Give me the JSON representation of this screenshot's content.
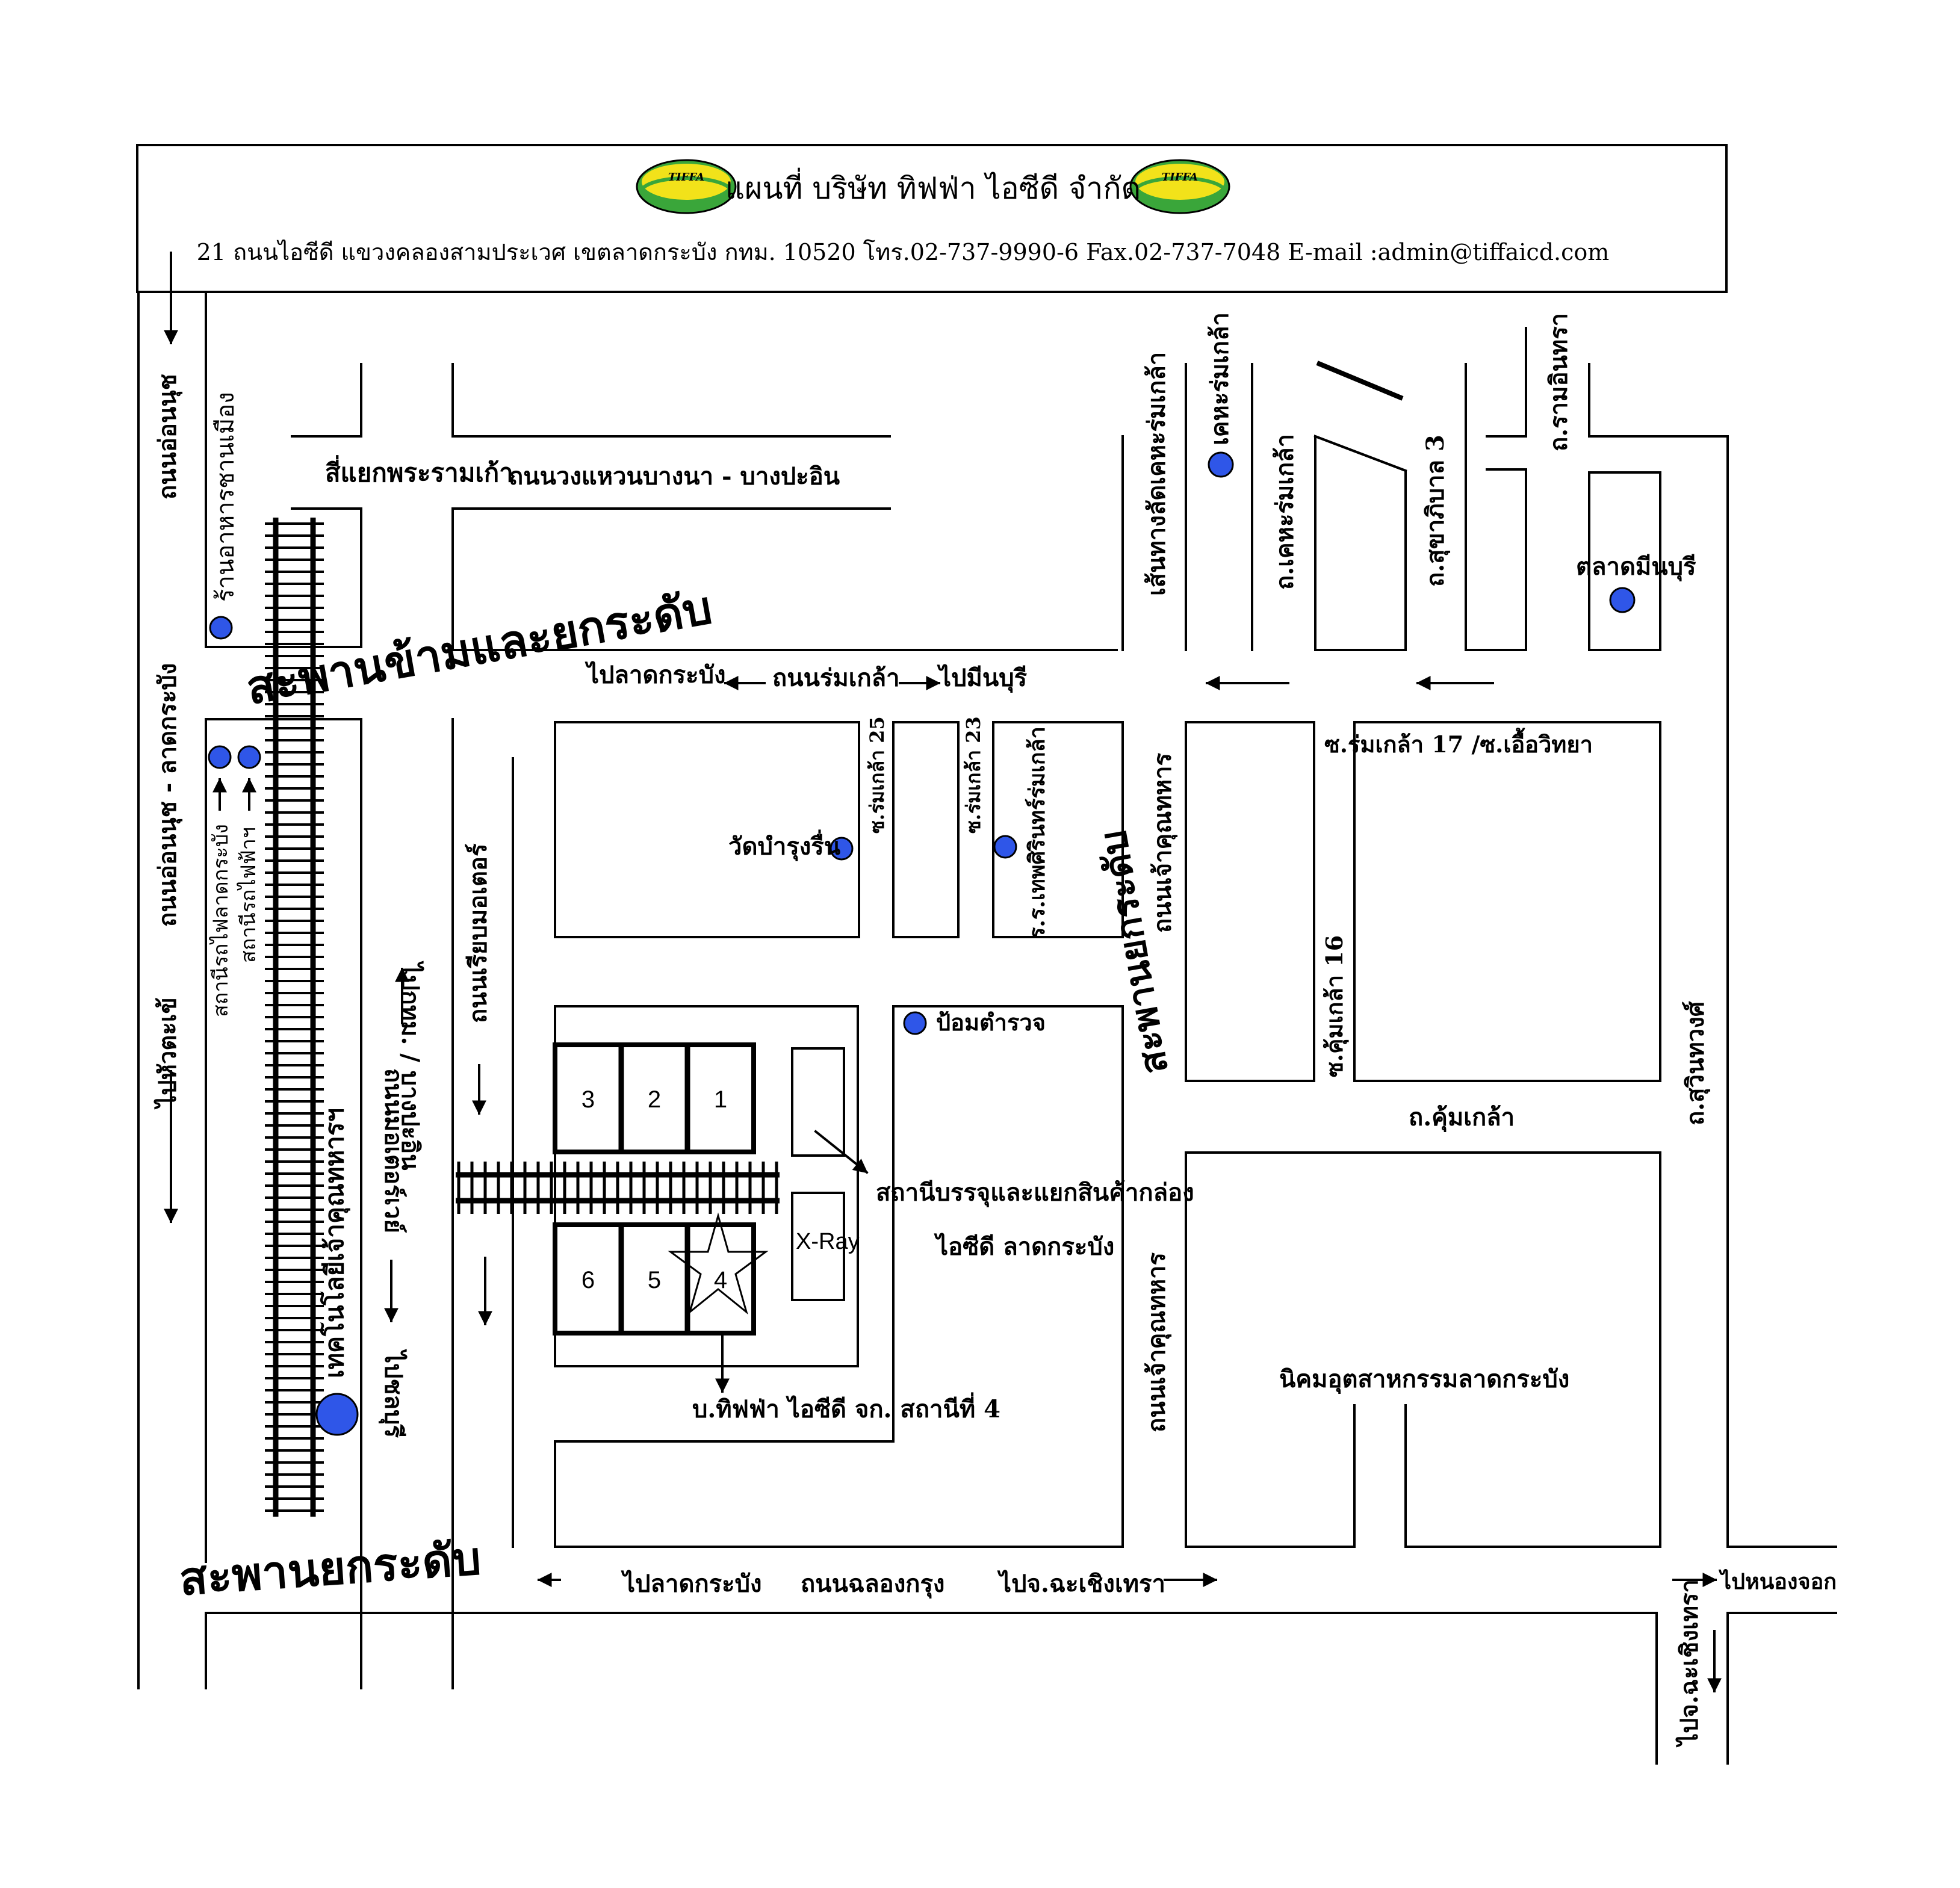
{
  "header": {
    "title": "แผนที่ บริษัท ทิฟฟ่า ไอซีดี จำกัด",
    "address": "21 ถนนไอซีดี แขวงคลองสามประเวศ เขตลาดกระบัง กทม. 10520 โทร.02-737-9990-6  Fax.02-737-7048   E-mail :admin@tiffaicd.com",
    "logo_text": "TIFFA"
  },
  "roads": {
    "on_nut": "ถนนอ่อนนุช",
    "on_nut_lat_krabang": "ถนนอ่อนนุช - ลาดกระบัง",
    "to_hua_takhe": "ไปหัวตะเข้",
    "phra_ram_kao": "สี่แยกพระรามเก้า",
    "outer_ring": "ถนนวงแหวนบางนา - บางปะอิน",
    "romklao_to_lat_krabang": "ไปลาดกระบัง",
    "romklao": "ถนนร่มเกล้า",
    "romklao_to_minburi": "ไปมีนบุรี",
    "to_bangkok_bang_pa_in": "ไปกทม. / บางปะอิน",
    "motorway_west": "ถนนมอเตอร์เวย์",
    "to_chonburi": "ไปชลบุรี",
    "motorway_parallel": "ถนนเรียบมอเตอร์",
    "soi_25": "ซ.ร่มเกล้า 25",
    "soi_23": "ซ.ร่มเกล้า 23",
    "chao_khun_north": "ถนนเจ้าคุณทหาร",
    "chao_khun_south": "ถนนเจ้าคุณทหาร",
    "kheha_route": "เส้นทางลัดเคหะร่มเกล้า",
    "kheha_road": "ถ.เคหะร่มเกล้า",
    "sukhaphiban_3": "ถ.สุขาภิบาล 3",
    "ram_inthra": "ถ.รามอินทรา",
    "soi_17": "ซ.ร่มเกล้า 17 /ซ.เอื้อวิทยา",
    "soi_16": "ซ.คุ้มเกล้า 16",
    "khum_klao": "ถ.คุ้มเกล้า",
    "suwinthawong": "ถ.สุวินทวงศ์",
    "chalong_krung_west": "ไปลาดกระบัง",
    "chalong_krung": "ถนนฉลองกรุง",
    "to_chachoengsao": "ไปจ.ฉะเชิงเทรา",
    "to_nong_chok": "ไปหนองจอก",
    "to_chachoengsao_south": "ไปจ.ฉะเชิงเทรา"
  },
  "bridges": {
    "crossing": "สะพานข้ามและยกระดับ",
    "elevated_east": "สะพานยกระดับ",
    "elevated_south": "สะพานยกระดับ"
  },
  "places": {
    "restaurant": "ร้านอาหารชานเมือง",
    "lat_krabang_station": "สถานีรถไฟลาดกระบัง",
    "airport_rail": "สถานีรถไฟฟ้าฯ",
    "wat": "วัดบำรุงรื่น",
    "school": "ร.ร.เทพศิรินทร์ร่มเกล้า",
    "kheha_housing": "เคหะร่มเกล้า",
    "minburi_market": "ตลาดมีนบุรี",
    "police_box": "ป้อมตำรวจ",
    "kmitl": "เทคโนโลยีเจ้าคุณทหารฯ",
    "icd_terminal_line1": "สถานีบรรจุและแยกสินค้ากล่อง",
    "icd_terminal_line2": "ไอซีดี ลาดกระบัง",
    "industrial_estate": "นิคมอุตสาหกรรมลาดกระบัง",
    "tiffa_station": "บ.ทิฟฟ่า ไอซีดี จก. สถานีที่ 4",
    "xray": "X-Ray"
  },
  "stations": [
    "1",
    "2",
    "3",
    "4",
    "5",
    "6"
  ],
  "colors": {
    "poi": "#2f56e8",
    "logo_green": "#3aa63a",
    "logo_yellow": "#f2e21a"
  }
}
